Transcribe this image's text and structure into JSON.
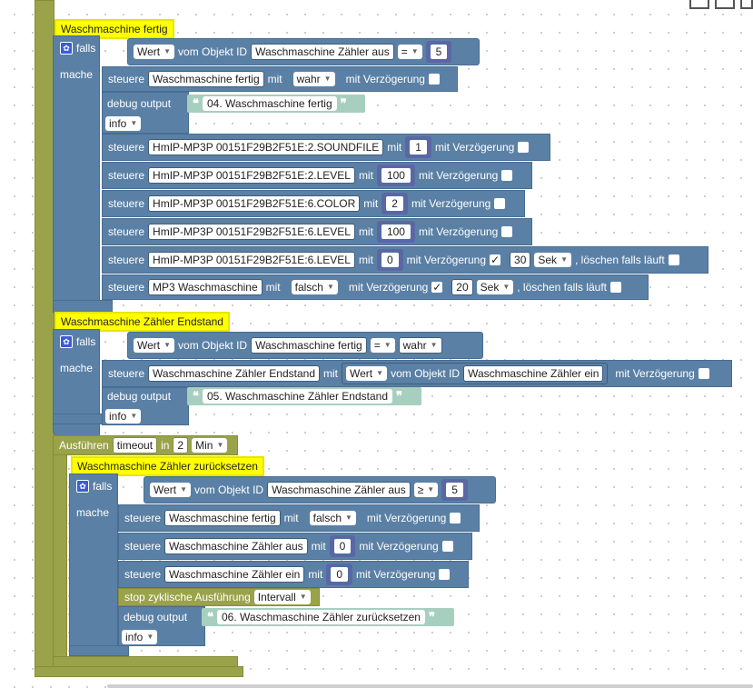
{
  "toolbar_icons": [
    "export-icon",
    "import-icon",
    "flag-icon"
  ],
  "colors": {
    "logic_blue": "#5b80a5",
    "timer_olive": "#9ba34a",
    "text_teal": "#a7cfc0",
    "note_yellow": "#ffff00",
    "math_purple": "#5b67a5"
  },
  "labels": {
    "falls": "falls",
    "mache": "mache",
    "steuere": "steuere",
    "mit": "mit",
    "mit_verzoegerung": "mit Verzögerung",
    "debug_output": "debug output",
    "wert": "Wert",
    "vom_objekt_id": "vom Objekt ID",
    "loeschen": ", löschen falls läuft",
    "ausfuehren": "Ausführen",
    "in": "in",
    "stop": "stop zyklische Ausführung"
  },
  "block1": {
    "note": "Waschmaschine fertig",
    "cond_object": "Waschmaschine Zähler aus",
    "cond_op": "=",
    "cond_value": "5",
    "set1_object": "Waschmaschine fertig",
    "set1_value": "wahr",
    "debug_text": "04. Waschmaschine fertig",
    "debug_level": "info",
    "rows": [
      {
        "object": "HmIP-MP3P 00151F29B2F51E:2.SOUNDFILE",
        "value": "1"
      },
      {
        "object": "HmIP-MP3P 00151F29B2F51E:2.LEVEL",
        "value": "100"
      },
      {
        "object": "HmIP-MP3P 00151F29B2F51E:6.COLOR",
        "value": "2"
      },
      {
        "object": "HmIP-MP3P 00151F29B2F51E:6.LEVEL",
        "value": "100"
      },
      {
        "object": "HmIP-MP3P 00151F29B2F51E:6.LEVEL",
        "value": "0",
        "delay_checked": true,
        "delay": "30",
        "unit": "Sek"
      },
      {
        "object": "MP3 Waschmaschine",
        "value": "falsch",
        "delay_checked": true,
        "delay": "20",
        "unit": "Sek"
      }
    ]
  },
  "block2": {
    "note": "Waschmaschine Zähler Endstand",
    "cond_object": "Waschmaschine fertig",
    "cond_op": "=",
    "cond_value": "wahr",
    "set_object": "Waschmaschine Zähler Endstand",
    "set_value_label": "Wert",
    "set_value_object": "Waschmaschine Zähler ein",
    "debug_text": "05. Waschmaschine Zähler Endstand",
    "debug_level": "info"
  },
  "block3": {
    "timeout_name": "timeout",
    "timeout_value": "2",
    "timeout_unit": "Min",
    "note": "Waschmaschine Zähler zurücksetzen",
    "cond_object": "Waschmaschine Zähler aus",
    "cond_op": "≥",
    "cond_value": "5",
    "rows": [
      {
        "object": "Waschmaschine fertig",
        "value": "falsch"
      },
      {
        "object": "Waschmaschine Zähler aus",
        "value": "0"
      },
      {
        "object": "Waschmaschine Zähler ein",
        "value": "0"
      }
    ],
    "stop_name": "Intervall",
    "debug_text": "06. Waschmaschine Zähler zurücksetzen",
    "debug_level": "info"
  }
}
